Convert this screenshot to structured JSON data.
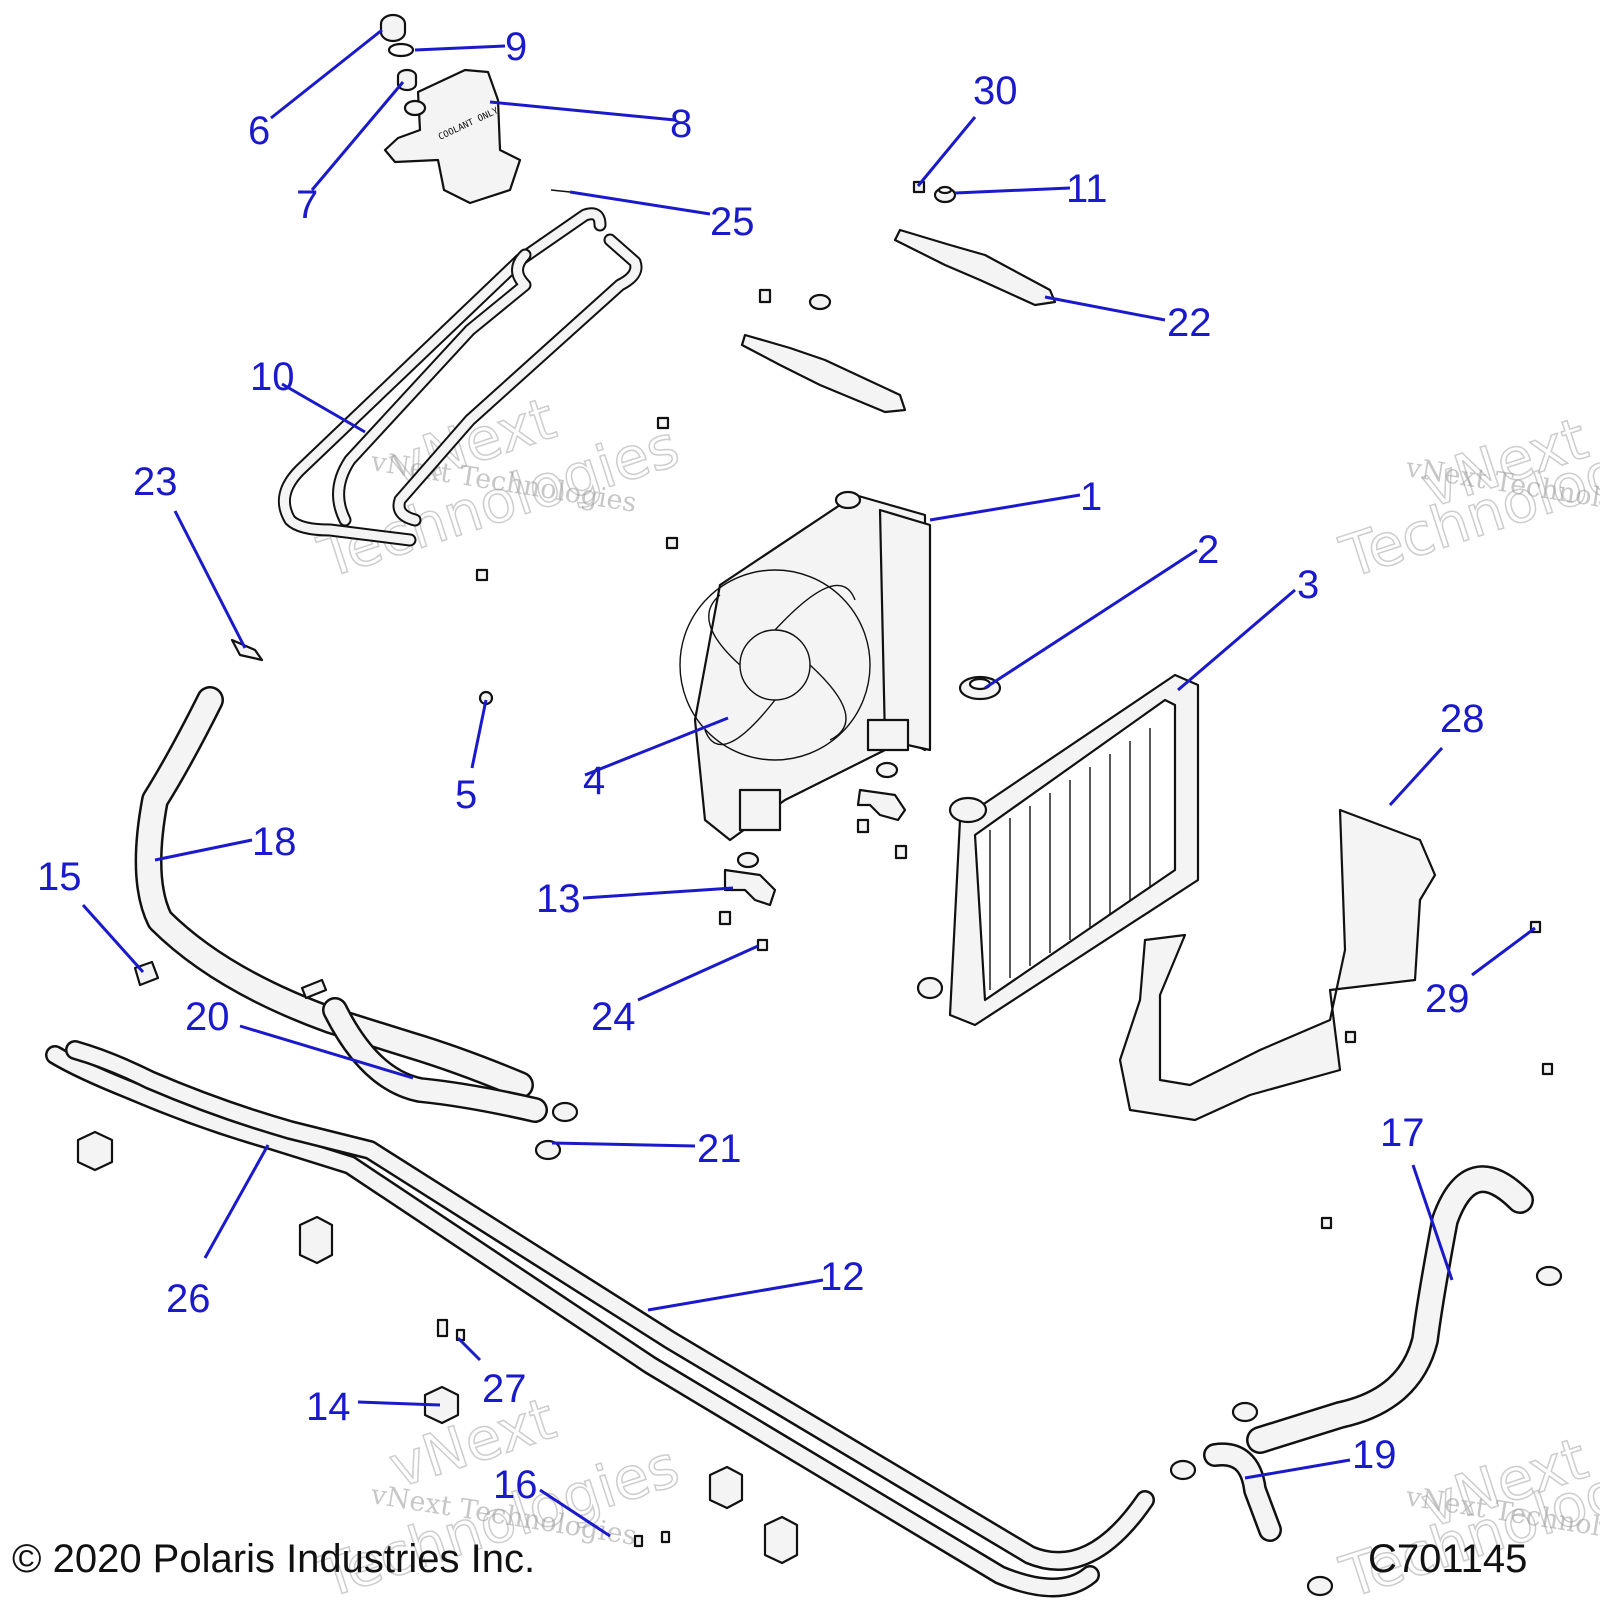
{
  "callouts": [
    {
      "id": "1",
      "label": "1"
    },
    {
      "id": "2",
      "label": "2"
    },
    {
      "id": "3",
      "label": "3"
    },
    {
      "id": "4",
      "label": "4"
    },
    {
      "id": "5",
      "label": "5"
    },
    {
      "id": "6",
      "label": "6"
    },
    {
      "id": "7",
      "label": "7"
    },
    {
      "id": "8",
      "label": "8"
    },
    {
      "id": "9",
      "label": "9"
    },
    {
      "id": "10",
      "label": "10"
    },
    {
      "id": "11",
      "label": "11"
    },
    {
      "id": "12",
      "label": "12"
    },
    {
      "id": "13",
      "label": "13"
    },
    {
      "id": "14",
      "label": "14"
    },
    {
      "id": "15",
      "label": "15"
    },
    {
      "id": "16",
      "label": "16"
    },
    {
      "id": "17",
      "label": "17"
    },
    {
      "id": "18",
      "label": "18"
    },
    {
      "id": "19",
      "label": "19"
    },
    {
      "id": "20",
      "label": "20"
    },
    {
      "id": "21",
      "label": "21"
    },
    {
      "id": "22",
      "label": "22"
    },
    {
      "id": "23",
      "label": "23"
    },
    {
      "id": "24",
      "label": "24"
    },
    {
      "id": "25",
      "label": "25"
    },
    {
      "id": "26",
      "label": "26"
    },
    {
      "id": "27",
      "label": "27"
    },
    {
      "id": "28",
      "label": "28"
    },
    {
      "id": "29",
      "label": "29"
    },
    {
      "id": "30",
      "label": "30"
    }
  ],
  "footer": {
    "copyright": "© 2020 Polaris Industries Inc.",
    "diagram_code": "C701145"
  },
  "watermark": {
    "line": "vNext Technologies",
    "word1": "vNext",
    "word2": "Technologies"
  },
  "tank_label": "COOLANT ONLY",
  "colors": {
    "callout": "#1a1acc",
    "line_art": "#111111",
    "watermark": "#9a9a9a"
  }
}
